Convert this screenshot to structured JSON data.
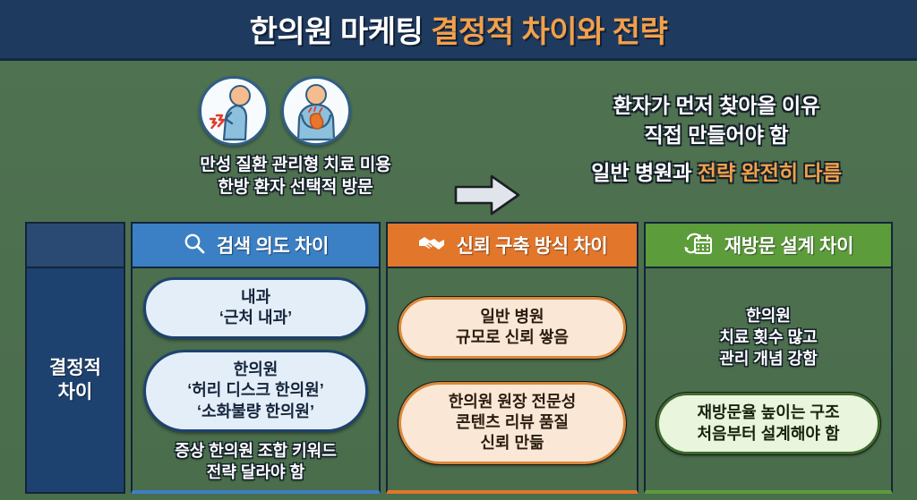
{
  "title": {
    "main": "한의원 마케팅 ",
    "highlight": "결정적 차이와 전략"
  },
  "hero": {
    "icons": [
      {
        "name": "back-pain-icon",
        "alt": "허리 통증 환자"
      },
      {
        "name": "stomach-pain-icon",
        "alt": "소화불량 환자"
      }
    ],
    "left_caption_line1": "만성 질환 관리형 치료 미용",
    "left_caption_line2": "한방 환자 선택적 방문",
    "arrow": "arrow-right-icon",
    "right_line1": "환자가 먼저 찾아올 이유",
    "right_line2": "직접 만들어야 함",
    "right_line3_plain": "일반 병원과 ",
    "right_line3_highlight": "전략 완전히 다름"
  },
  "table": {
    "row_label_line1": "결정적",
    "row_label_line2": "차이",
    "columns": [
      {
        "id": "search",
        "icon": "magnifier-icon",
        "header": "검색 의도 차이",
        "accent": "#3b7fc4",
        "pills": [
          "내과\n‘근처 내과’",
          "한의원\n‘허리 디스크 한의원’\n‘소화불량 한의원’"
        ],
        "note_below": "증상 한의원 조합 키워드\n전략 달라야 함",
        "note_above": ""
      },
      {
        "id": "trust",
        "icon": "handshake-icon",
        "header": "신뢰 구축 방식 차이",
        "accent": "#e2762b",
        "pills": [
          "일반 병원\n규모로 신뢰 쌓음",
          "한의원 원장 전문성\n콘텐츠 리뷰 품질\n신뢰 만듦"
        ],
        "note_below": "",
        "note_above": ""
      },
      {
        "id": "revisit",
        "icon": "calendar-refresh-icon",
        "header": "재방문 설계 차이",
        "accent": "#5c9c3a",
        "pills": [
          "재방문율 높이는 구조\n처음부터 설계해야 함"
        ],
        "note_below": "",
        "note_above": "한의원\n치료 횟수 많고\n관리 개념 강함"
      }
    ]
  },
  "colors": {
    "background_green": "#4e7050",
    "title_navy": "#1f3a5f",
    "accent_orange": "#f2a04a",
    "blue": "#3b7fc4",
    "orange": "#e2762b",
    "green": "#5c9c3a",
    "navy_cell": "#1e4270"
  }
}
